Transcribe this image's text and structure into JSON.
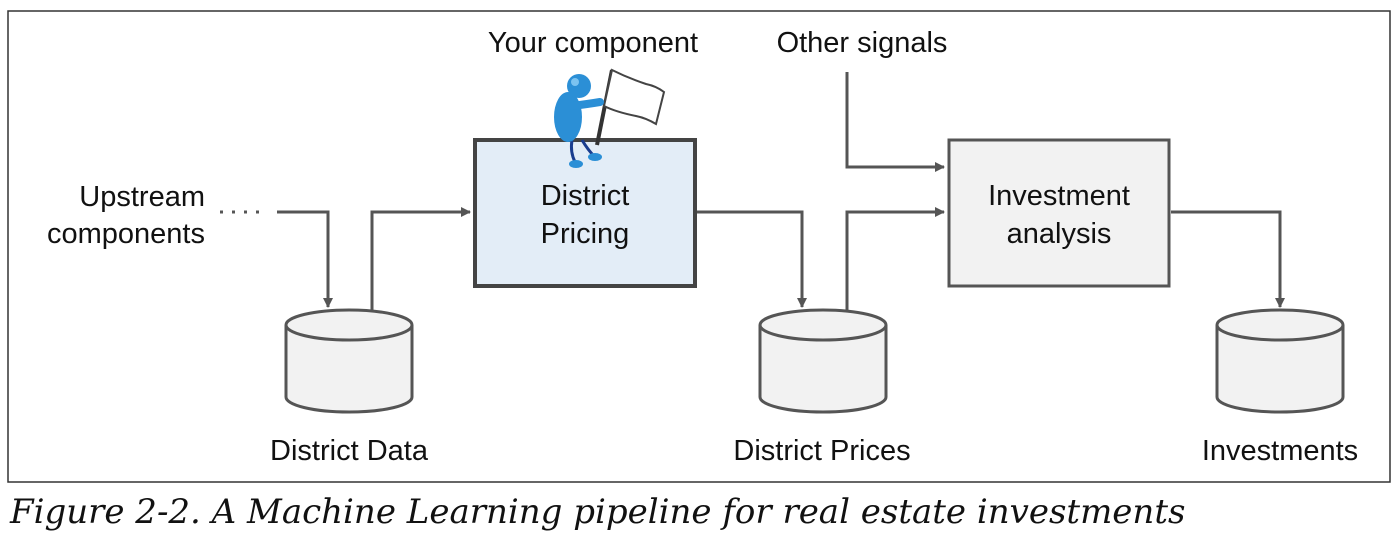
{
  "diagram": {
    "your_component_label": "Your component",
    "other_signals_label": "Other signals",
    "upstream_label": [
      "Upstream",
      "components"
    ],
    "district_pricing_box": [
      "District",
      "Pricing"
    ],
    "investment_analysis_box": [
      "Investment",
      "analysis"
    ],
    "stores": {
      "district_data": "District Data",
      "district_prices": "District Prices",
      "investments": "Investments"
    },
    "colors": {
      "stroke": "#555555",
      "highlight_fill": "#e3edf7",
      "box_fill": "#f2f2f2",
      "figure_color": "#2b8fd6",
      "flag_color": "#ffffff"
    },
    "icons": [
      "person-with-flag-icon",
      "database-cylinder-icon"
    ]
  },
  "caption": "Figure 2-2. A Machine Learning pipeline for real estate investments"
}
